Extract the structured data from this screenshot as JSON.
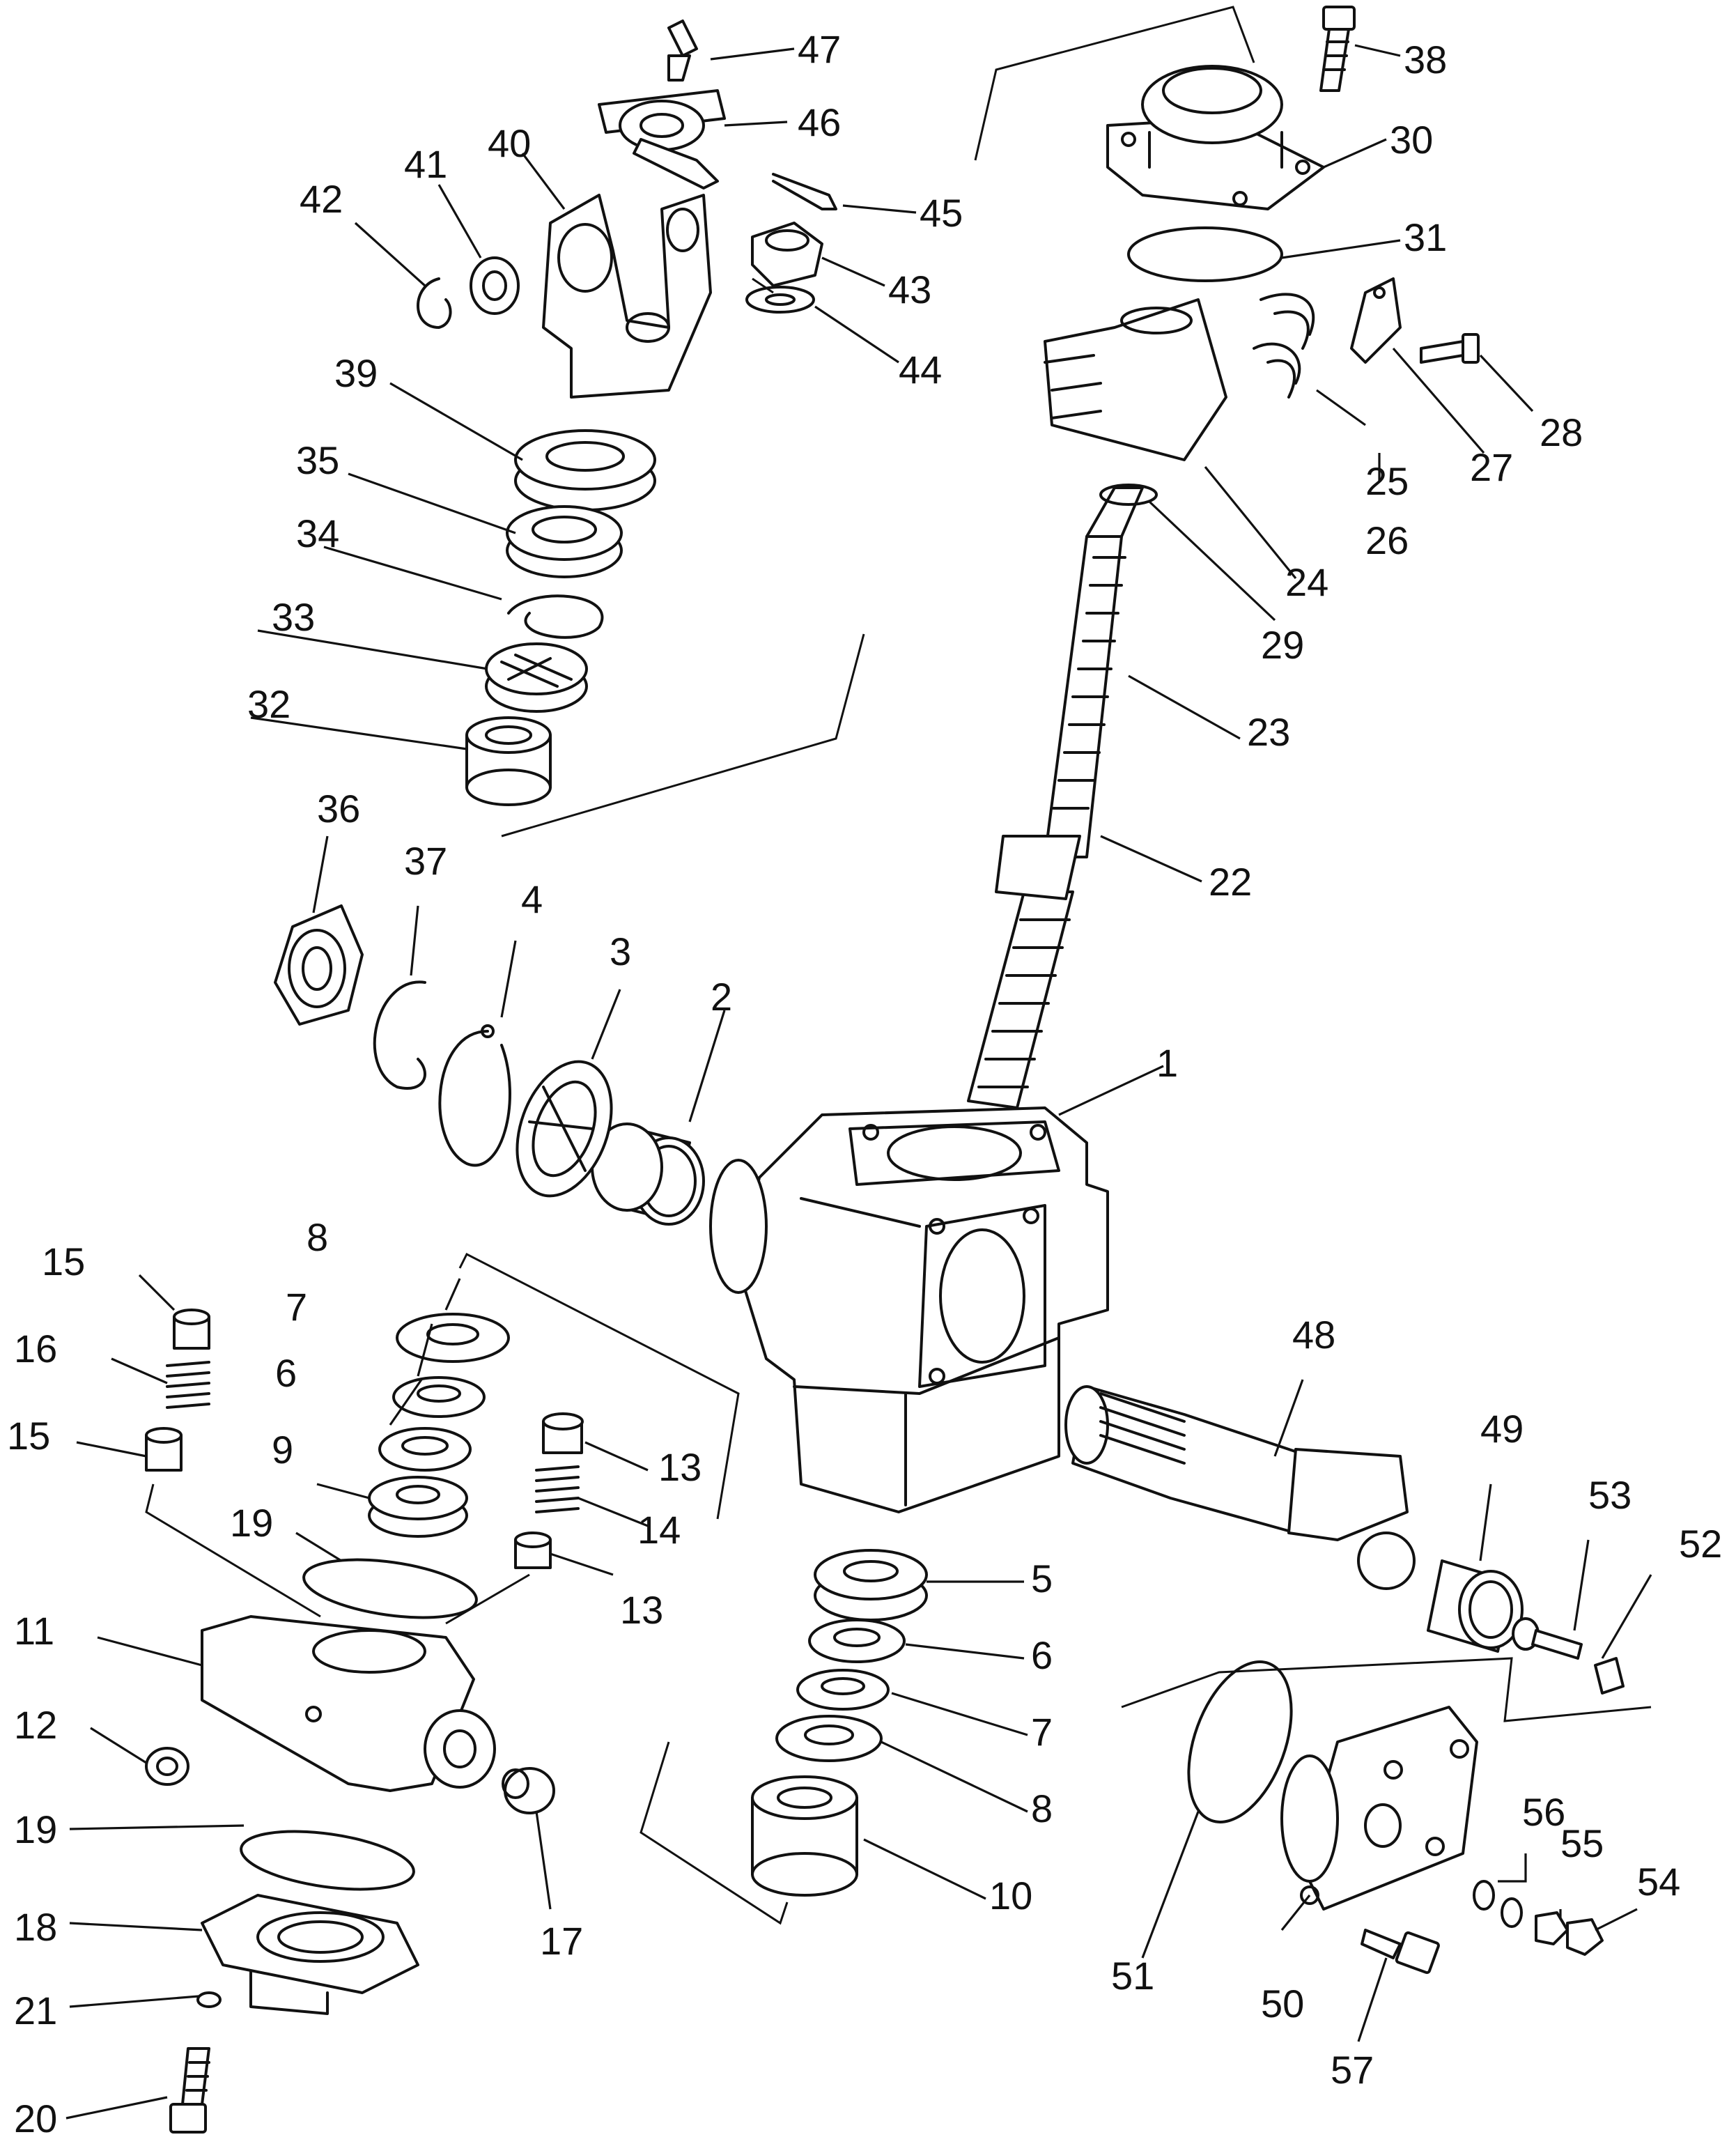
{
  "diagram": {
    "callouts": [
      "1",
      "2",
      "3",
      "4",
      "5",
      "6",
      "6",
      "7",
      "7",
      "8",
      "8",
      "9",
      "10",
      "11",
      "12",
      "13",
      "13",
      "14",
      "15",
      "15",
      "16",
      "17",
      "18",
      "19",
      "19",
      "20",
      "21",
      "22",
      "23",
      "24",
      "25",
      "26",
      "27",
      "28",
      "29",
      "30",
      "31",
      "32",
      "33",
      "34",
      "35",
      "36",
      "37",
      "38",
      "39",
      "40",
      "41",
      "42",
      "43",
      "44",
      "45",
      "46",
      "47",
      "48",
      "49",
      "50",
      "51",
      "52",
      "53",
      "54",
      "55",
      "56",
      "57"
    ]
  }
}
